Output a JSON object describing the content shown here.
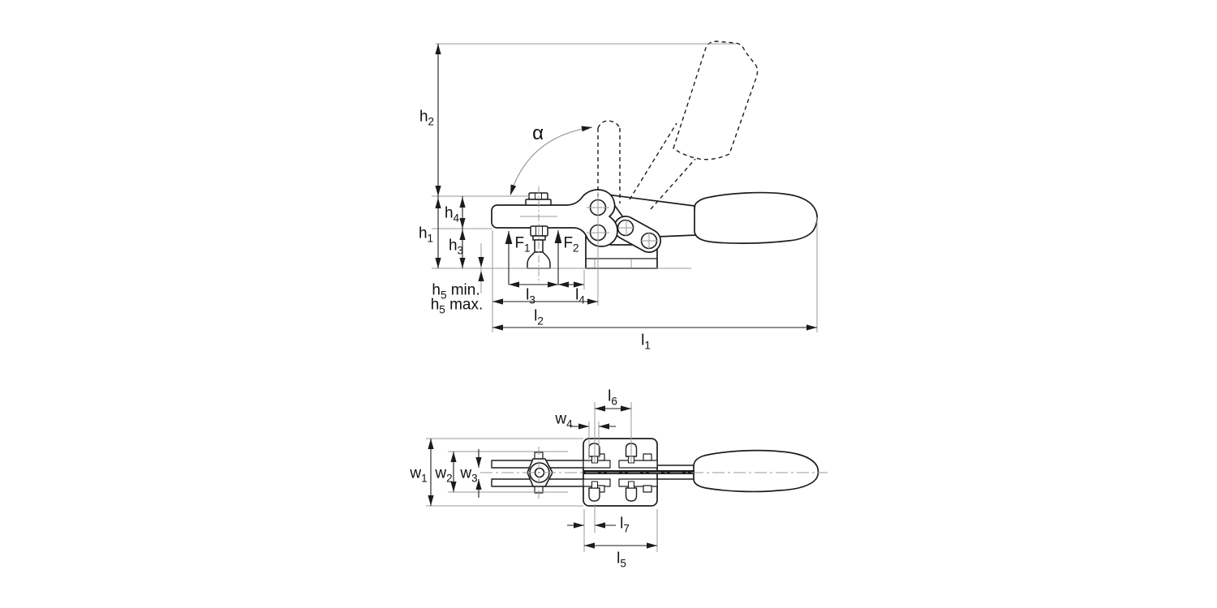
{
  "drawing": {
    "title": "horizontal-toggle-clamp-dimensional-drawing",
    "background": "#ffffff",
    "line_color": "#1c1c1c",
    "construction_color": "#9a9a9a",
    "labels": {
      "h1": {
        "base": "h",
        "sub": "1",
        "suffix": ""
      },
      "h2": {
        "base": "h",
        "sub": "2",
        "suffix": ""
      },
      "h3": {
        "base": "h",
        "sub": "3",
        "suffix": ""
      },
      "h4": {
        "base": "h",
        "sub": "4",
        "suffix": ""
      },
      "h5min": {
        "base": "h",
        "sub": "5",
        "suffix": " min."
      },
      "h5max": {
        "base": "h",
        "sub": "5",
        "suffix": " max."
      },
      "l1": {
        "base": "l",
        "sub": "1",
        "suffix": ""
      },
      "l2": {
        "base": "l",
        "sub": "2",
        "suffix": ""
      },
      "l3": {
        "base": "l",
        "sub": "3",
        "suffix": ""
      },
      "l4": {
        "base": "l",
        "sub": "4",
        "suffix": ""
      },
      "l5": {
        "base": "l",
        "sub": "5",
        "suffix": ""
      },
      "l6": {
        "base": "l",
        "sub": "6",
        "suffix": ""
      },
      "l7": {
        "base": "l",
        "sub": "7",
        "suffix": ""
      },
      "w1": {
        "base": "w",
        "sub": "1",
        "suffix": ""
      },
      "w2": {
        "base": "w",
        "sub": "2",
        "suffix": ""
      },
      "w3": {
        "base": "w",
        "sub": "3",
        "suffix": ""
      },
      "w4": {
        "base": "w",
        "sub": "4",
        "suffix": ""
      },
      "F1": {
        "base": "F",
        "sub": "1",
        "suffix": ""
      },
      "F2": {
        "base": "F",
        "sub": "2",
        "suffix": ""
      },
      "alpha": {
        "base": "α",
        "sub": "",
        "suffix": ""
      }
    }
  }
}
